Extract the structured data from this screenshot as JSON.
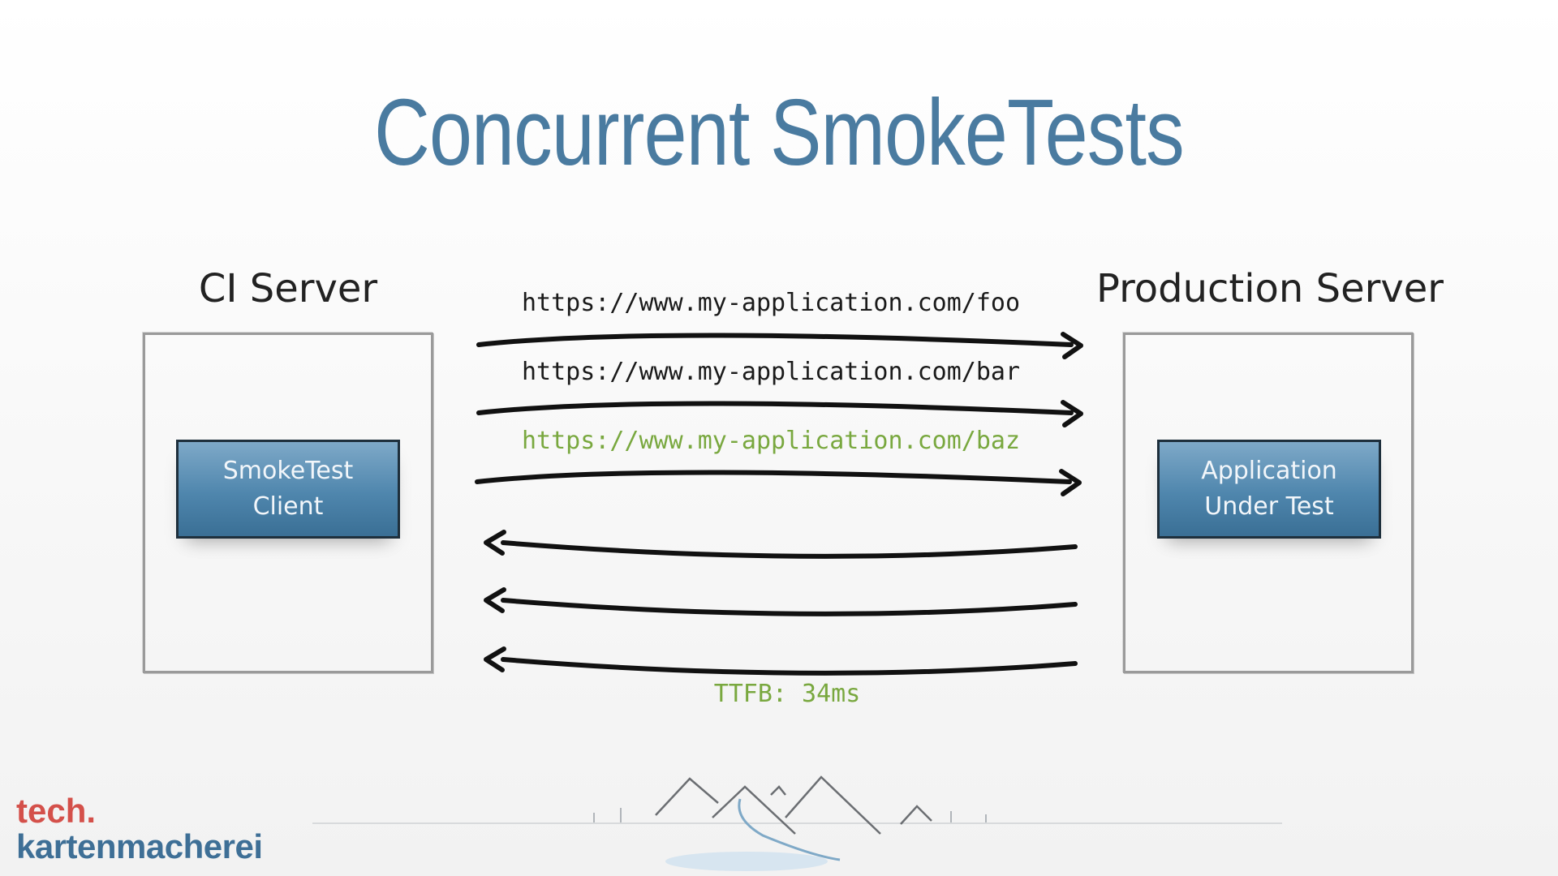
{
  "title": "Concurrent SmokeTests",
  "ci_server": {
    "label": "CI Server",
    "component": "SmokeTest\nClient",
    "component_line1": "SmokeTest",
    "component_line2": "Client"
  },
  "production_server": {
    "label": "Production Server",
    "component_line1": "Application",
    "component_line2": "Under Test"
  },
  "requests": [
    {
      "url": "https://www.my-application.com/foo",
      "highlight": false
    },
    {
      "url": "https://www.my-application.com/bar",
      "highlight": false
    },
    {
      "url": "https://www.my-application.com/baz",
      "highlight": true
    }
  ],
  "response_note": "TTFB: 34ms",
  "logo": {
    "line1": "tech.",
    "line2": "kartenmacherei"
  },
  "colors": {
    "title": "#4a7ba0",
    "highlight": "#79a83f",
    "box": "#4f86ad",
    "logo_red": "#d4504a",
    "logo_blue": "#3e6f96"
  }
}
